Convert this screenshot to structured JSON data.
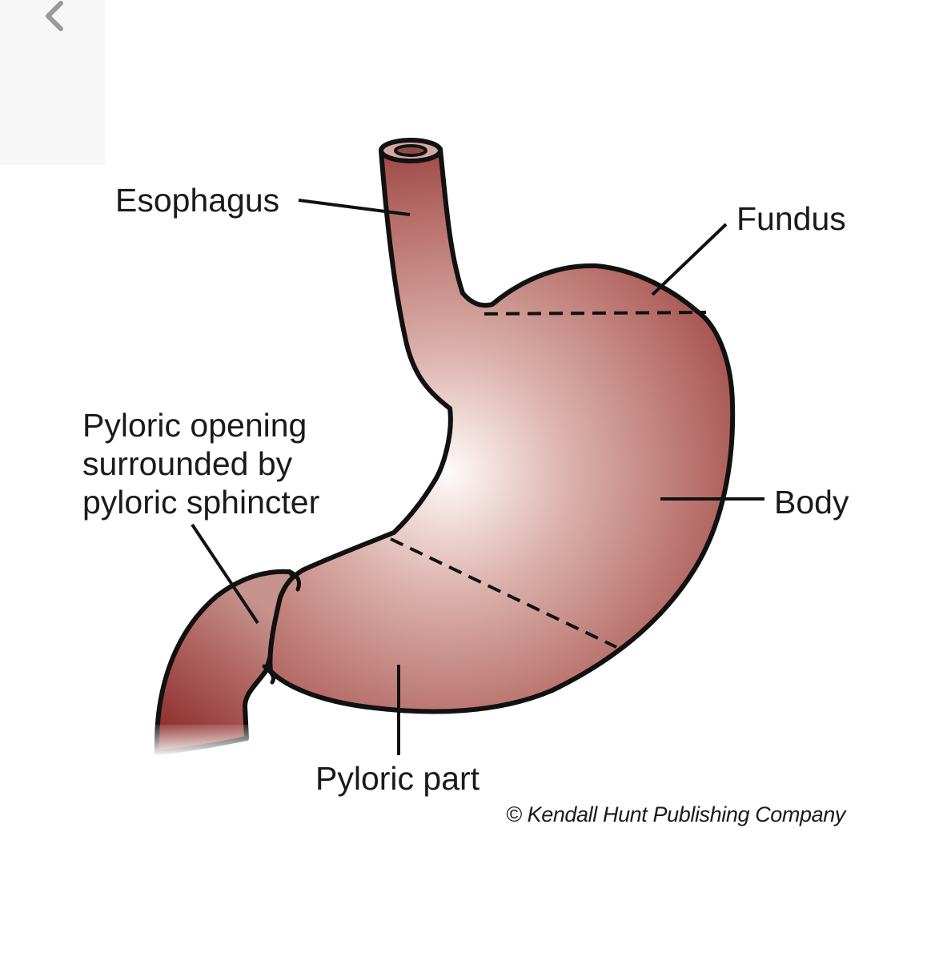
{
  "labels": {
    "esophagus": "Esophagus",
    "fundus": "Fundus",
    "body": "Body",
    "pyloric_opening": "Pyloric opening\nsurrounded by\npyloric sphincter",
    "pyloric_part": "Pyloric part"
  },
  "copyright": "© Kendall Hunt Publishing Company",
  "icons": {
    "back": "chevron-left-icon"
  },
  "colors": {
    "organ_light": "#fdf4f3",
    "organ_mid": "#c99891",
    "organ_dark": "#8e2f2e",
    "outline": "#111111",
    "panel": "#f7f7f7"
  }
}
